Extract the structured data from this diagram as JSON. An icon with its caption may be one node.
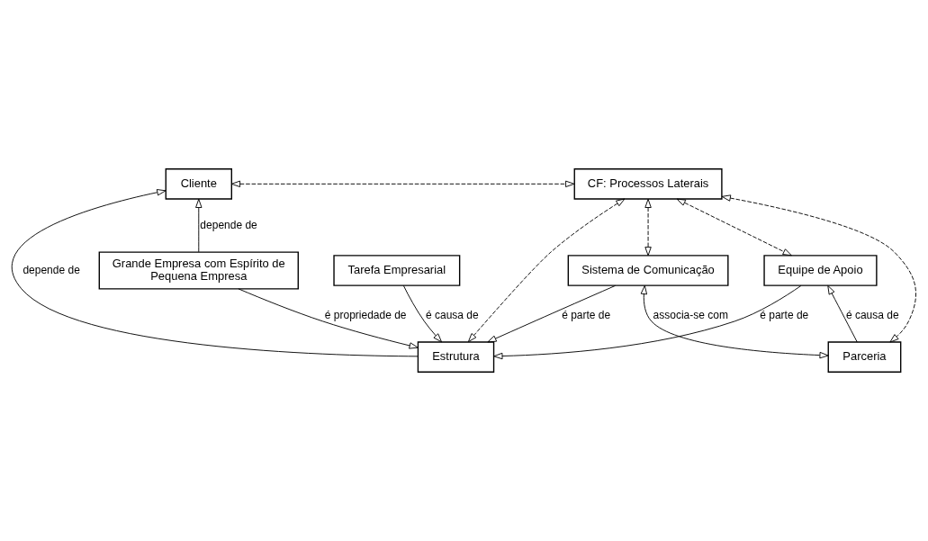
{
  "diagram": {
    "nodes": [
      {
        "text": [
          "Cliente"
        ]
      },
      {
        "text": [
          "CF: Processos Laterais"
        ]
      },
      {
        "text": [
          "Equipe de Apoio"
        ]
      },
      {
        "text": [
          "Estrutura"
        ]
      },
      {
        "text": [
          "Parceria"
        ]
      },
      {
        "text": [
          "Grande Empresa com Espírito de Pequena Empresa"
        ]
      },
      {
        "text": [
          "Tarefa Empresarial"
        ]
      },
      {
        "text": [
          "Sistema de Comunicação"
        ]
      }
    ],
    "edges": [
      {
        "from": 0,
        "to": 1,
        "arrow": "both",
        "style": "dashed"
      },
      {
        "from": 1,
        "to": 2,
        "arrow": "both",
        "style": "dashed"
      },
      {
        "from": 3,
        "to": 0,
        "arrow": "to",
        "label": "depende de"
      },
      {
        "from": 1,
        "to": 3,
        "arrow": "both",
        "style": "dashed"
      },
      {
        "from": 4,
        "to": 2,
        "arrow": "to",
        "label": "é causa de"
      },
      {
        "from": 2,
        "to": 3,
        "arrow": "to",
        "label": "é parte de"
      },
      {
        "from": 5,
        "to": 0,
        "arrow": "to",
        "label": "depende de"
      },
      {
        "from": 5,
        "to": 3,
        "arrow": "to",
        "label": "é propriedade de"
      },
      {
        "from": 6,
        "to": 3,
        "arrow": "to",
        "label": "é causa de"
      },
      {
        "from": 7,
        "to": 3,
        "arrow": "to",
        "label": "é parte de"
      },
      {
        "from": 1,
        "to": 4,
        "arrow": "both",
        "style": "dashed"
      },
      {
        "from": 1,
        "to": 7,
        "arrow": "both",
        "style": "dashed"
      },
      {
        "from": 7,
        "to": 4,
        "arrow": "both",
        "label": "associa-se com"
      }
    ]
  }
}
